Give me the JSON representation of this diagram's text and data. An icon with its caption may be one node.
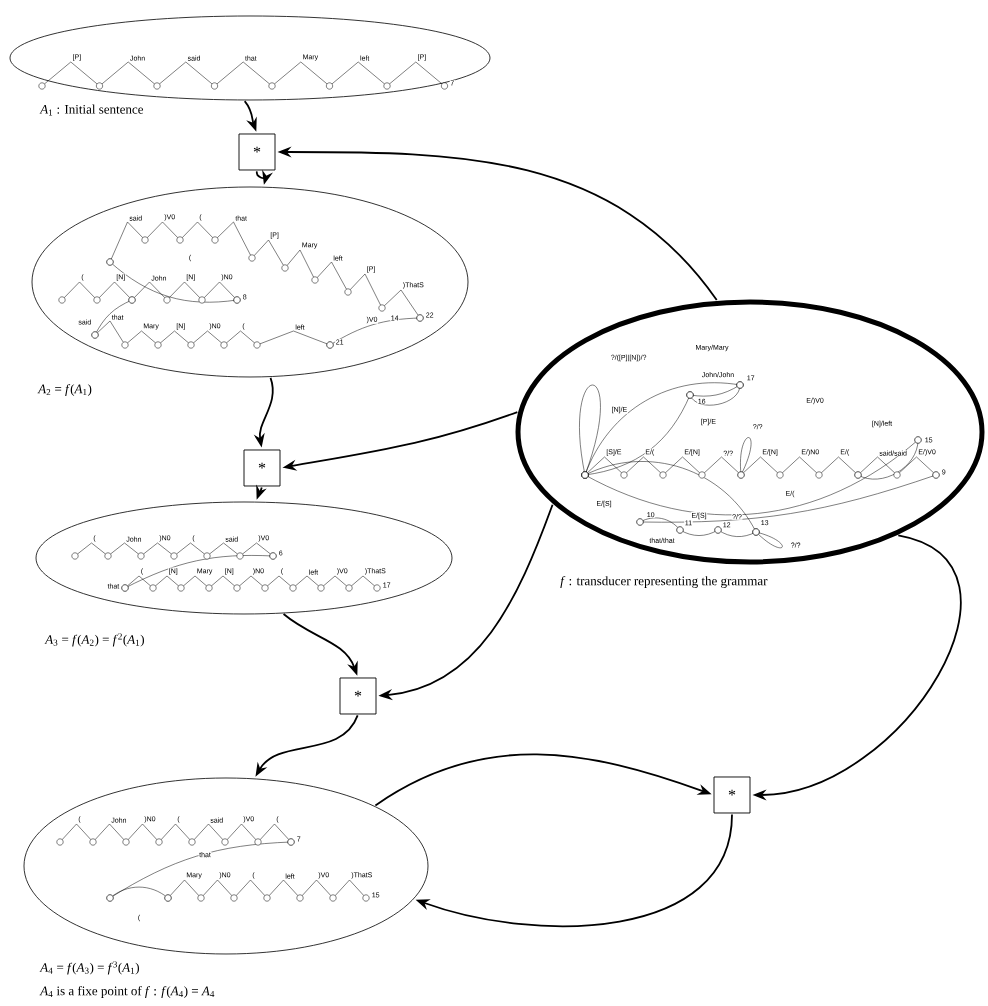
{
  "diagram": {
    "nodes": [
      {
        "text": [],
        "shape": "ellipse",
        "beside": [
          "*A*$_{1}$ : Initial sentence"
        ]
      },
      {
        "text": [
          "*"
        ]
      },
      {
        "text": [],
        "shape": "ellipse",
        "beside": [
          "*A*$_{2}$ = *f*(*A*$_{1}$)"
        ]
      },
      {
        "text": [
          "*"
        ]
      },
      {
        "text": [],
        "shape": "ellipse",
        "beside": [
          "*A*$_{3}$ = *f*(*A*$_{2}$) = *f*$^{2}$(*A*$_{1}$)"
        ]
      },
      {
        "text": [
          "*"
        ]
      },
      {
        "text": [],
        "shape": "ellipse",
        "beside": [
          "*A*$_{4}$ = *f*(*A*$_{3}$) = *f*$^{3}$(*A*$_{1}$)",
          "*A*$_{4}$ is a fixe point of *f* : *f*(*A*$_{4}$) = *A*$_{4}$"
        ]
      },
      {
        "text": [
          "*"
        ]
      },
      {
        "text": [],
        "shape": "ellipse",
        "beside": [
          "*f* : transducer representing the grammar"
        ]
      }
    ],
    "edges": [
      {
        "from": 0,
        "to": 1,
        "arrow": "to"
      },
      {
        "from": 8,
        "to": 1,
        "arrow": "to"
      },
      {
        "from": 1,
        "to": 2,
        "arrow": "to"
      },
      {
        "from": 2,
        "to": 3,
        "arrow": "to"
      },
      {
        "from": 8,
        "to": 3,
        "arrow": "to"
      },
      {
        "from": 3,
        "to": 4,
        "arrow": "to"
      },
      {
        "from": 4,
        "to": 5,
        "arrow": "to"
      },
      {
        "from": 8,
        "to": 5,
        "arrow": "to"
      },
      {
        "from": 5,
        "to": 6,
        "arrow": "to"
      },
      {
        "from": 6,
        "to": 7,
        "arrow": "to"
      },
      {
        "from": 8,
        "to": 7,
        "arrow": "to"
      },
      {
        "from": 7,
        "to": 6,
        "arrow": "to"
      }
    ],
    "labels": [
      "[P]",
      "John",
      "said",
      "that",
      "Mary",
      "left",
      "[P]",
      "7",
      "said",
      ")V0",
      "(",
      "that",
      "[P]",
      "Mary",
      "left",
      "[P]",
      ")ThatS",
      "22",
      "14",
      "(",
      "(",
      "[N]",
      "John",
      "[N]",
      ")N0",
      "8",
      "said",
      "that",
      "Mary",
      "[N]",
      ")N0",
      "(",
      "left",
      "21",
      ")V0",
      "(",
      "John",
      ")N0",
      "(",
      "said",
      ")V0",
      "6",
      "that",
      "(",
      "[N]",
      "Mary",
      "[N]",
      ")N0",
      "(",
      "left",
      ")V0",
      ")ThatS",
      "17",
      "(",
      "John",
      ")N0",
      "(",
      "said",
      ")V0",
      "(",
      "7",
      "that",
      "(",
      "Mary",
      ")N0",
      "(",
      "left",
      ")V0",
      ")ThatS",
      "15",
      "[S]/E",
      "E/(",
      "E/[N]",
      "?/?",
      "E/[N]",
      "E/)N0",
      "E/(",
      "said/said",
      "E/)V0",
      "9",
      "?/([P]|[N])/?",
      "?/?",
      "[N]/E",
      "16",
      "John/John",
      "Mary/Mary",
      "17",
      "[P]/E",
      "E/)V0",
      "[N]/left",
      "15",
      "E/(",
      "10",
      "that/that",
      "11",
      "E/[S]",
      "12",
      "?/?",
      "13",
      "?/?",
      "E/[S]"
    ]
  }
}
